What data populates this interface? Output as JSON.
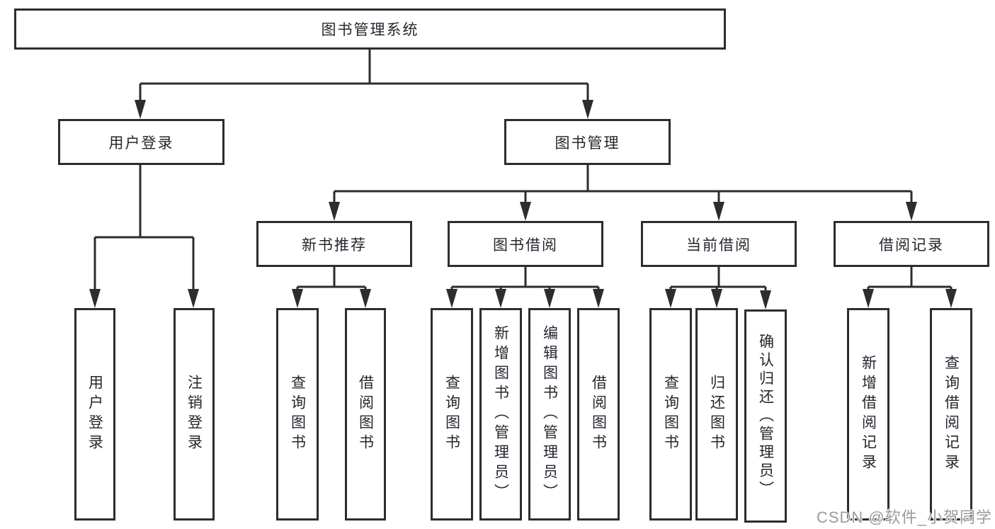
{
  "tree": {
    "root": "图书管理系统",
    "branches": [
      {
        "label": "用户登录",
        "leaves": [
          "用户登录",
          "注销登录"
        ]
      },
      {
        "label": "图书管理",
        "groups": [
          {
            "label": "新书推荐",
            "leaves": [
              "查询图书",
              "借阅图书"
            ]
          },
          {
            "label": "图书借阅",
            "leaves": [
              "查询图书",
              "新增图书（管理员）",
              "编辑图书（管理员）",
              "借阅图书"
            ]
          },
          {
            "label": "当前借阅",
            "leaves": [
              "查询图书",
              "归还图书",
              "确认归还（管理员）"
            ]
          },
          {
            "label": "借阅记录",
            "leaves": [
              "新增借阅记录",
              "查询借阅记录"
            ]
          }
        ]
      }
    ]
  },
  "watermark": "CSDN @软件_小贺同学",
  "colors": {
    "line": "#2d2d2d",
    "text": "#23272e",
    "watermark": "#9b9b9b",
    "background": "#ffffff"
  }
}
